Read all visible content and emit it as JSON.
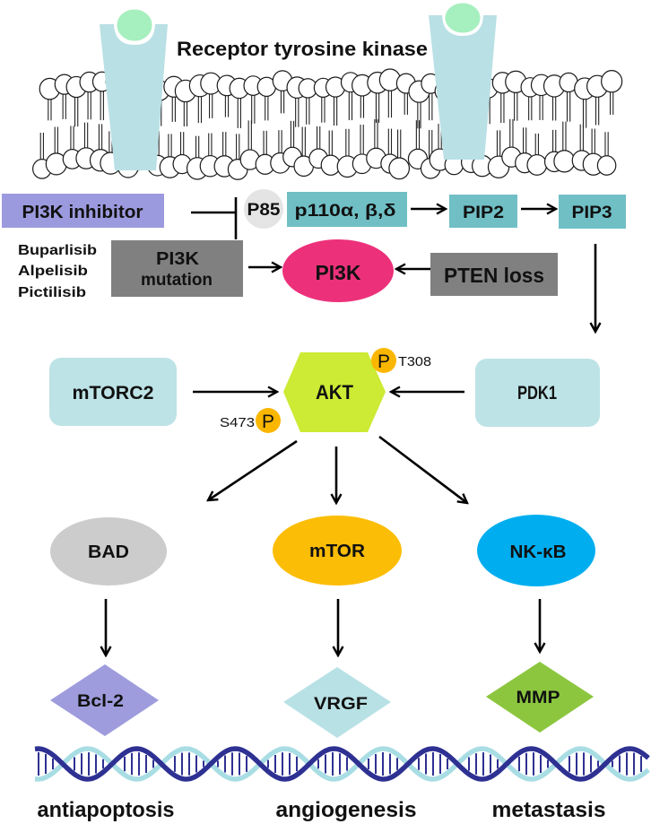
{
  "figure": {
    "title": "Receptor tyrosine kinase"
  },
  "pathway": {
    "inhibitor": {
      "label": "PI3K inhibitor",
      "drugs": [
        "Buparlisib",
        "Alpelisib",
        "Pictilisib"
      ]
    },
    "p85": "P85",
    "p110": "p110α, β,δ",
    "pip2": "PIP2",
    "pip3": "PIP3",
    "pi3k_mutation": {
      "line1": "PI3K",
      "line2": "mutation"
    },
    "pi3k": "PI3K",
    "pten_loss": "PTEN loss",
    "mtorc2": "mTORC2",
    "akt": "AKT",
    "pdk1": "PDK1",
    "phospho_t308": {
      "symbol": "P",
      "site": "T308"
    },
    "phospho_s473": {
      "symbol": "P",
      "site": "S473"
    },
    "effectors": [
      {
        "label": "BAD"
      },
      {
        "label": "mTOR"
      },
      {
        "label": "NK-κB"
      }
    ],
    "targets": [
      {
        "label": "Bcl-2"
      },
      {
        "label": "VRGF"
      },
      {
        "label": "MMP"
      }
    ],
    "outcomes": [
      "antiapoptosis",
      "angiogenesis",
      "metastasis"
    ]
  },
  "edges": [
    {
      "from": "PI3K inhibitor",
      "to": "P85",
      "type": "inhibits"
    },
    {
      "from": "p110α, β,δ",
      "to": "PIP2",
      "type": "activates"
    },
    {
      "from": "PIP2",
      "to": "PIP3",
      "type": "activates"
    },
    {
      "from": "PI3K mutation",
      "to": "PI3K",
      "type": "activates"
    },
    {
      "from": "PTEN loss",
      "to": "PI3K",
      "type": "activates"
    },
    {
      "from": "PIP3",
      "to": "PDK1",
      "type": "activates"
    },
    {
      "from": "mTORC2",
      "to": "AKT",
      "type": "activates"
    },
    {
      "from": "PDK1",
      "to": "AKT",
      "type": "activates"
    },
    {
      "from": "AKT",
      "to": "BAD",
      "type": "activates"
    },
    {
      "from": "AKT",
      "to": "mTOR",
      "type": "activates"
    },
    {
      "from": "AKT",
      "to": "NK-κB",
      "type": "activates"
    },
    {
      "from": "BAD",
      "to": "Bcl-2",
      "type": "activates"
    },
    {
      "from": "mTOR",
      "to": "VRGF",
      "type": "activates"
    },
    {
      "from": "NK-κB",
      "to": "MMP",
      "type": "activates"
    }
  ],
  "colors": {
    "receptor": "#b9e0e5",
    "ligand": "#a6efbf",
    "inhibitor": "#9c9ade",
    "p85": "#e4e4e4",
    "p110": "#70bfc5",
    "pip": "#70bfc5",
    "gray_box": "#808080",
    "pi3k": "#ec317a",
    "mtorc2": "#bde3e6",
    "pdk1": "#bde3e6",
    "akt": "#cdea34",
    "phospho": "#fbb700",
    "bad": "#cccccc",
    "mtor": "#fcbd06",
    "nfkb": "#00aeef",
    "bcl2": "#9e9cdc",
    "vrgf": "#b8e1e5",
    "mmp": "#8cc63f",
    "dna_dark": "#2e3192",
    "dna_light": "#a9dde4"
  }
}
